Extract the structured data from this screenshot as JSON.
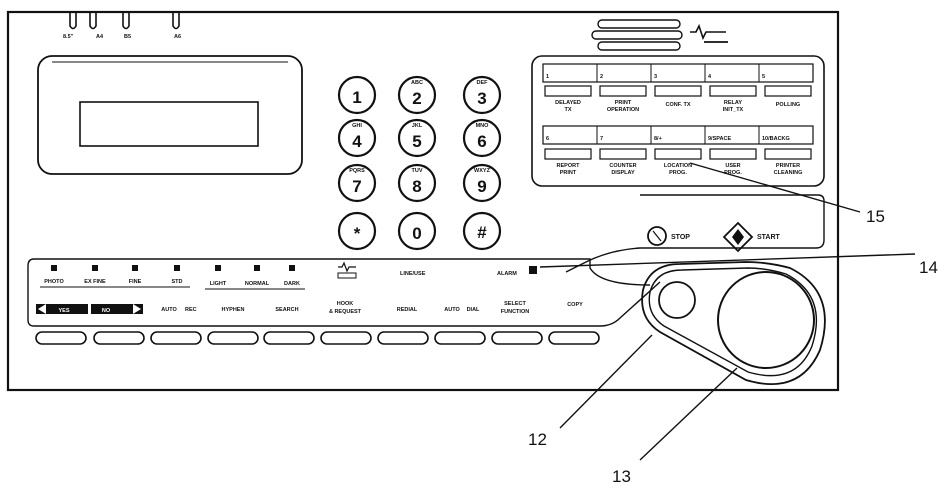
{
  "paper_sizes": [
    "8.5\"",
    "A4",
    "B5",
    "A6"
  ],
  "keypad": [
    {
      "num": "1",
      "letters": ""
    },
    {
      "num": "2",
      "letters": "ABC"
    },
    {
      "num": "3",
      "letters": "DEF"
    },
    {
      "num": "4",
      "letters": "GHI"
    },
    {
      "num": "5",
      "letters": "JKL"
    },
    {
      "num": "6",
      "letters": "MNO"
    },
    {
      "num": "7",
      "letters": "PQRS"
    },
    {
      "num": "8",
      "letters": "TUV"
    },
    {
      "num": "9",
      "letters": "WXYZ"
    },
    {
      "num": "*",
      "letters": ""
    },
    {
      "num": "0",
      "letters": ""
    },
    {
      "num": "#",
      "letters": ""
    }
  ],
  "onetouch_row1": [
    "1",
    "2",
    "3",
    "4",
    "5"
  ],
  "function_row1": [
    [
      "DELAYED",
      "TX"
    ],
    [
      "PRINT",
      "OPERATION"
    ],
    [
      "CONF. TX",
      ""
    ],
    [
      "RELAY",
      "INIT_TX"
    ],
    [
      "POLLING",
      ""
    ]
  ],
  "onetouch_row2": [
    "6",
    "7",
    "8/+",
    "9/SPACE",
    "10/BACKG"
  ],
  "function_row2": [
    [
      "REPORT",
      "PRINT"
    ],
    [
      "COUNTER",
      "DISPLAY"
    ],
    [
      "LOCATION",
      "PROG."
    ],
    [
      "USER",
      "PROG."
    ],
    [
      "PRINTER",
      "CLEANING"
    ]
  ],
  "stop_label": "STOP",
  "start_label": "START",
  "resolution_labels": [
    "PHOTO",
    "EX FINE",
    "FINE",
    "STD"
  ],
  "contrast_labels": [
    "LIGHT",
    "NORMAL",
    "DARK"
  ],
  "yes_label": "YES",
  "no_label": "NO",
  "line_icon_label": "☎",
  "lan_label": "LINE/USE",
  "alarm_label": "ALARM",
  "bottom_buttons": [
    [
      "",
      ""
    ],
    [
      "",
      ""
    ],
    [
      "AUTO",
      "REC"
    ],
    [
      "HYPHEN",
      ""
    ],
    [
      "SEARCH",
      ""
    ],
    [
      "HOOK",
      "& REQUEST"
    ],
    [
      "REDIAL",
      ""
    ],
    [
      "AUTO",
      "DIAL"
    ],
    [
      "SELECT",
      "FUNCTION"
    ],
    [
      "COPY",
      ""
    ]
  ],
  "callouts": [
    "15",
    "14",
    "12",
    "13"
  ]
}
